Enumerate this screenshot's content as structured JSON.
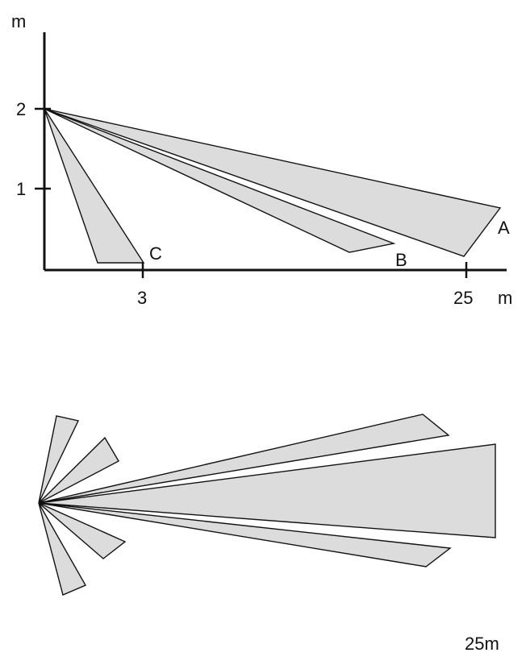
{
  "side_view": {
    "y_unit": "m",
    "x_unit": "m",
    "y_ticks": [
      "2",
      "1"
    ],
    "x_ticks": [
      "3",
      "25"
    ],
    "zones": [
      "A",
      "B",
      "C"
    ]
  },
  "top_view": {
    "range_label": "25m"
  },
  "colors": {
    "zone_fill": "#dcdcdc",
    "line": "#111111"
  }
}
